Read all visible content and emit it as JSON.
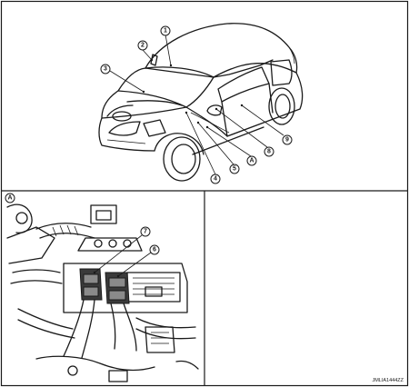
{
  "callouts": {
    "c1": "1",
    "c2": "2",
    "c3": "3",
    "c4": "4",
    "c5": "5",
    "cA": "A",
    "c8": "8",
    "c9": "9",
    "detailA": "A",
    "c7": "7",
    "c6": "6"
  },
  "figure_code": "JMLIA1444ZZ"
}
